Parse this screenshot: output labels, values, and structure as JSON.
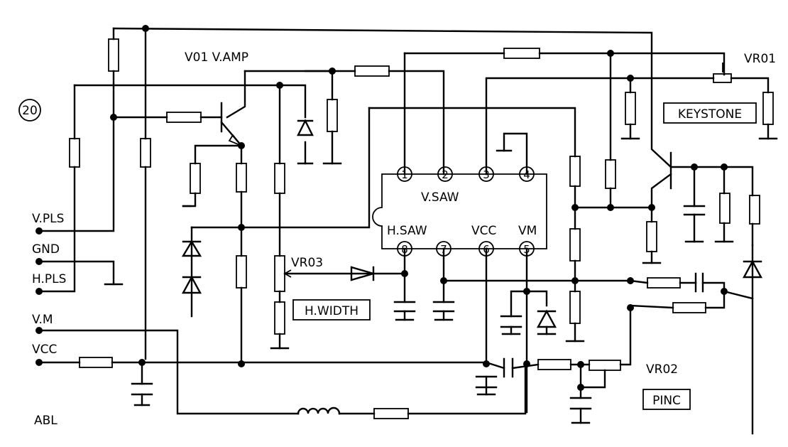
{
  "figure_number": "20",
  "labels": {
    "v01_vamp": "V01  V.AMP",
    "vr01": "VR01",
    "keystone": "KEYSTONE",
    "vr03": "VR03",
    "h_width": "H.WIDTH",
    "vr02": "VR02",
    "pinc": "PINC",
    "abl": "ABL"
  },
  "connectors": [
    "V.PLS",
    "GND",
    "H.PLS",
    "V.M",
    "VCC"
  ],
  "ic": {
    "title": "V.SAW",
    "pins_top": [
      "1",
      "2",
      "3",
      "4"
    ],
    "pins_bottom": [
      "8",
      "7",
      "6",
      "5"
    ],
    "pin_names_bottom": [
      "H.SAW",
      "VCC",
      "VM"
    ]
  }
}
